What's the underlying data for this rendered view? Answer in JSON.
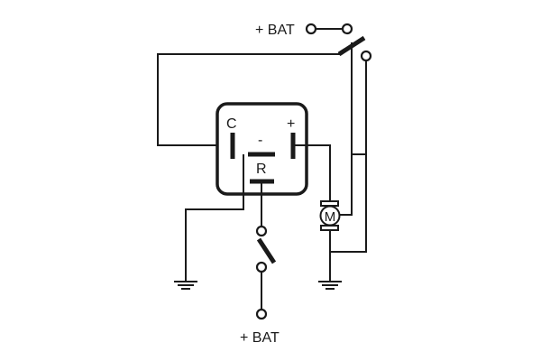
{
  "diagram": {
    "battery_top_label": "+ BAT",
    "battery_bottom_label": "+ BAT",
    "relay": {
      "pin_c": "C",
      "pin_plus": "+",
      "pin_minus": "-",
      "pin_r": "R"
    },
    "motor_label": "M"
  }
}
